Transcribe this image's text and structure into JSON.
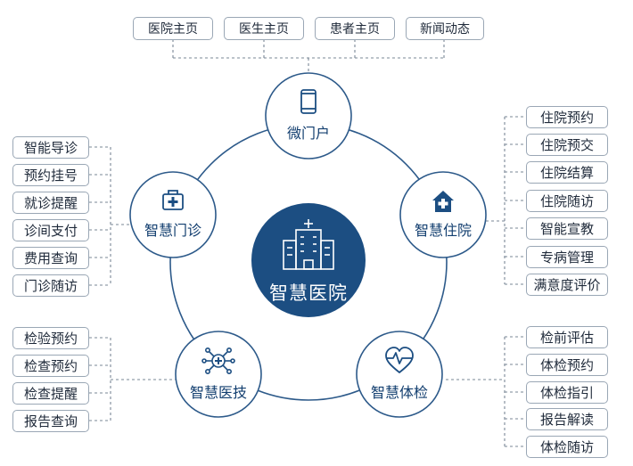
{
  "colors": {
    "primary": "#1c4e82",
    "line": "#2d5a8a",
    "dashed": "#7a8796",
    "pill_border": "#9aa7b5",
    "text": "#1f2a3a"
  },
  "center": {
    "label": "智慧医院",
    "icon": "hospital-building-icon"
  },
  "top_tabs": [
    "医院主页",
    "医生主页",
    "患者主页",
    "新闻动态"
  ],
  "nodes": {
    "portal": {
      "label": "微门户",
      "icon": "mobile-phone-icon"
    },
    "inpatient": {
      "label": "智慧住院",
      "icon": "house-medical-icon"
    },
    "checkup": {
      "label": "智慧体检",
      "icon": "heart-pulse-icon"
    },
    "medtech": {
      "label": "智慧医技",
      "icon": "network-cross-icon"
    },
    "clinic": {
      "label": "智慧门诊",
      "icon": "medical-kit-icon"
    }
  },
  "clinic_items": [
    "智能导诊",
    "预约挂号",
    "就诊提醒",
    "诊间支付",
    "费用查询",
    "门诊随访"
  ],
  "inpatient_items": [
    "住院预约",
    "住院预交",
    "住院结算",
    "住院随访",
    "智能宣教",
    "专病管理",
    "满意度评价"
  ],
  "medtech_items": [
    "检验预约",
    "检查预约",
    "检查提醒",
    "报告查询"
  ],
  "checkup_items": [
    "检前评估",
    "体检预约",
    "体检指引",
    "报告解读",
    "体检随访"
  ]
}
